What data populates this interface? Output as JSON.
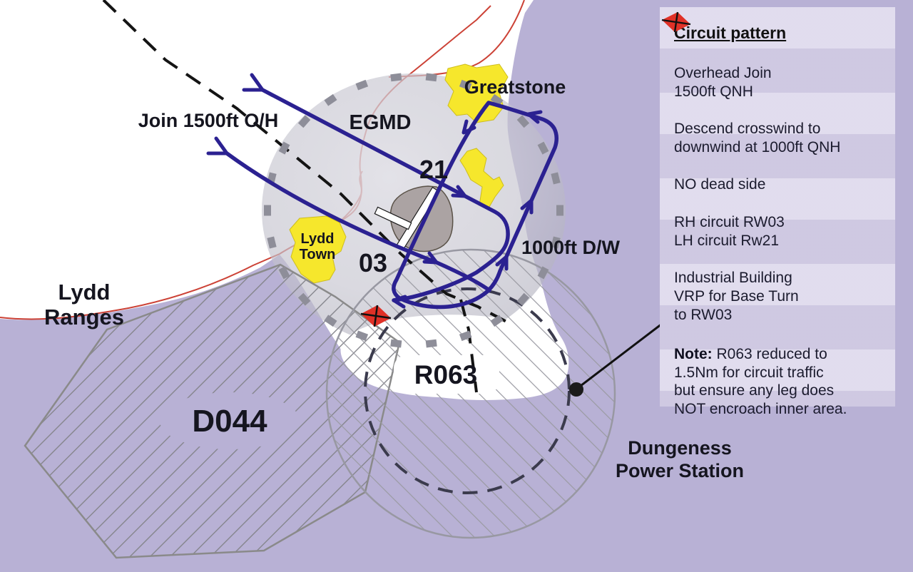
{
  "colors": {
    "sea_purple": "#b8b1d5",
    "legend_background": "#d9d3e9",
    "circuit_blue": "#2b2191",
    "town_yellow": "#f6e72c",
    "vrp_red": "#e03127",
    "coast_red": "#cc4236",
    "text_ink": "#15151f",
    "danger_hatch_gray": "#85858c",
    "r063_hatch_gray": "#9a9aa2",
    "atz_marker_gray": "#8e8e99"
  },
  "map": {
    "labels": {
      "join": "Join 1500ft O/H",
      "airfield_code": "EGMD",
      "runway_21": "21",
      "runway_03": "03",
      "greatstone": "Greatstone",
      "downwind": "1000ft D/W",
      "lydd_town_line1": "Lydd",
      "lydd_town_line2": "Town",
      "lydd_ranges_line1": "Lydd",
      "lydd_ranges_line2": "Ranges",
      "danger_area": "D044",
      "restricted_area": "R063",
      "dungeness_line1": "Dungeness",
      "dungeness_line2": "Power Station"
    }
  },
  "legend": {
    "title": "Circuit pattern",
    "item_overhead": "Overhead Join\n1500ft QNH",
    "item_descend": "Descend crosswind to\ndownwind at 1000ft QNH",
    "item_deadside": "NO dead side",
    "item_circuits": "RH circuit RW03\nLH circuit Rw21",
    "vrp_text": "Industrial Building\nVRP for Base Turn\nto RW03",
    "note_label": "Note:",
    "note_text": "R063 reduced to\n1.5Nm for circuit traffic\nbut ensure any leg does\nNOT encroach inner area."
  }
}
